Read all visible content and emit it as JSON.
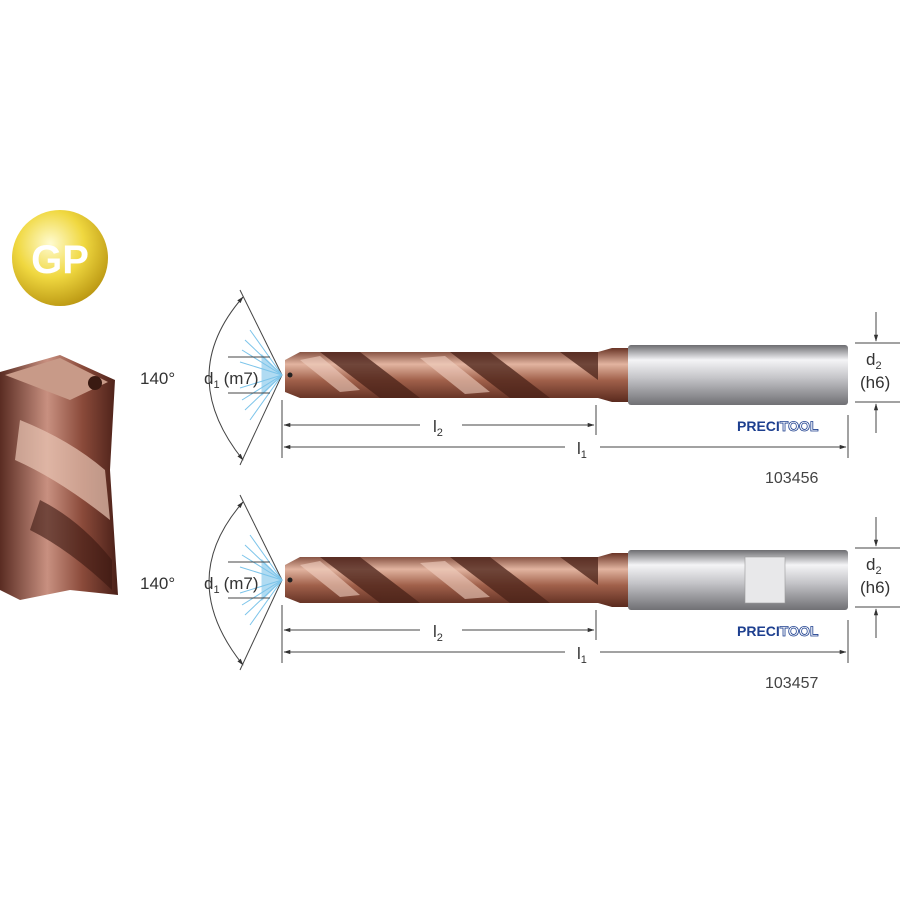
{
  "badge": {
    "label": "GP",
    "color": "#e8c820"
  },
  "drills": [
    {
      "angle": "140°",
      "d1": "d",
      "d1_sub": "1",
      "d1_tol": "(m7)",
      "l2": "l",
      "l2_sub": "2",
      "l1": "l",
      "l1_sub": "1",
      "d2": "d",
      "d2_sub": "2",
      "d2_tol": "(h6)",
      "brand_a": "PRECI",
      "brand_b": "TOOL",
      "article": "103456",
      "shank_flat": false
    },
    {
      "angle": "140°",
      "d1": "d",
      "d1_sub": "1",
      "d1_tol": "(m7)",
      "l2": "l",
      "l2_sub": "2",
      "l1": "l",
      "l1_sub": "1",
      "d2": "d",
      "d2_sub": "2",
      "d2_tol": "(h6)",
      "brand_a": "PRECI",
      "brand_b": "TOOL",
      "article": "103457",
      "shank_flat": true
    }
  ],
  "colors": {
    "copper": "#a8604a",
    "brand": "#1d3f8f",
    "coolant": "#7cc4ea"
  }
}
